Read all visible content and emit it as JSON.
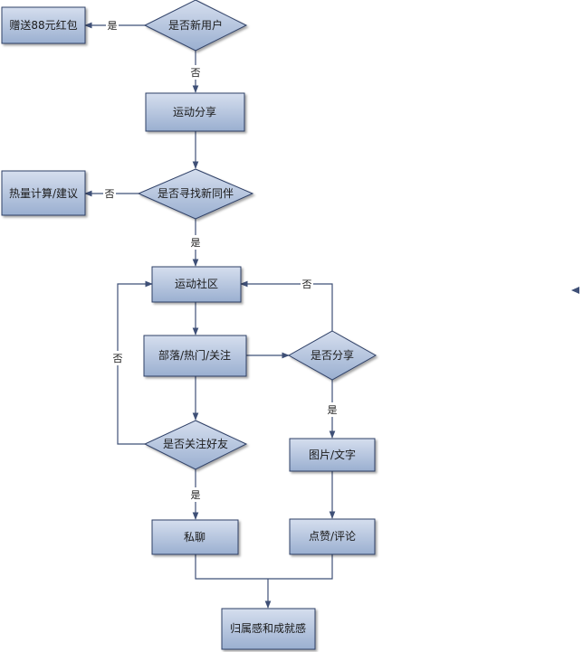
{
  "colors": {
    "node_fill_top": "#d5deee",
    "node_fill_bottom": "#9aafd0",
    "node_stroke": "#2e3f66",
    "line": "#3f5077",
    "background": "#ffffff"
  },
  "nodes": {
    "new_user": "是否新用户",
    "red_packet": "赠送88元红包",
    "sport_share": "运动分享",
    "find_companion": "是否寻找新同伴",
    "calorie": "热量计算/建议",
    "community": "运动社区",
    "tribe": "部落/热门/关注",
    "share_q": "是否分享",
    "follow_q": "是否关注好友",
    "picture": "图片/文字",
    "private_chat": "私聊",
    "like_comment": "点赞/评论",
    "belonging": "归属感和成就感"
  },
  "edges": {
    "new_user_yes": "是",
    "new_user_no": "否",
    "companion_no": "否",
    "companion_yes": "是",
    "share_no": "否",
    "share_yes": "是",
    "follow_no": "否",
    "follow_yes": "是"
  }
}
